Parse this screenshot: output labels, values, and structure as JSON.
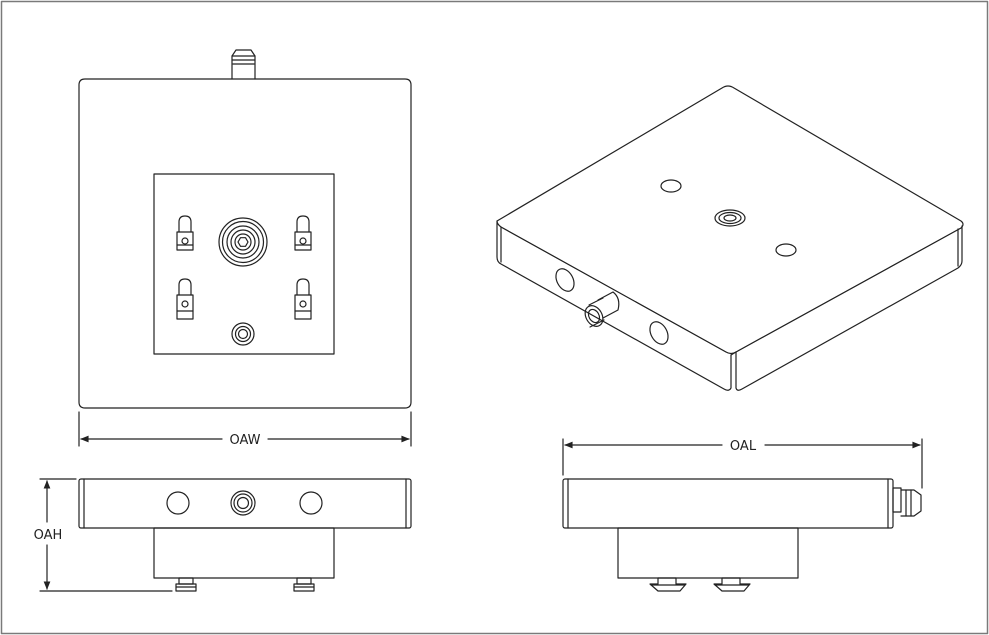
{
  "drawing": {
    "dimensions": {
      "overall_width": "OAW",
      "overall_length": "OAL",
      "overall_height": "OAH"
    },
    "colors": {
      "line": "#222222",
      "frame": "#7a7a7a",
      "background": "#ffffff"
    }
  }
}
